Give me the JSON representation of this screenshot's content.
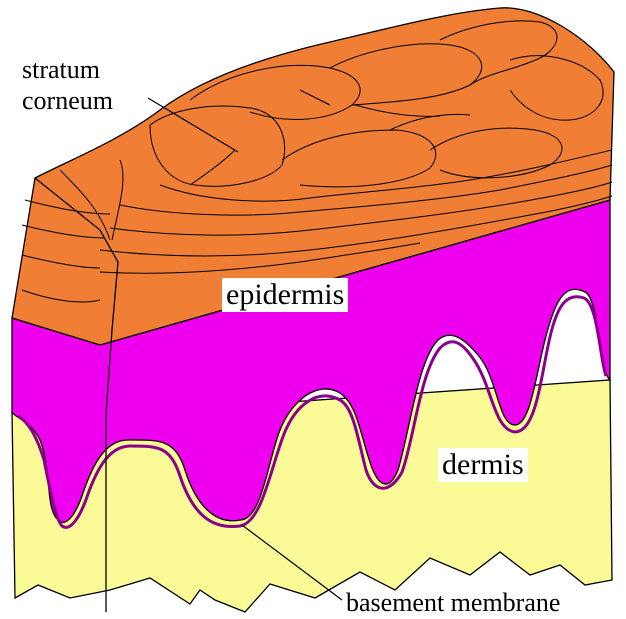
{
  "labels": {
    "stratum_corneum_line1": "stratum",
    "stratum_corneum_line2": "corneum",
    "epidermis": "epidermis",
    "dermis": "dermis",
    "basement_membrane": "basement membrane"
  },
  "colors": {
    "stratum_corneum": "#F07F35",
    "epidermis": "#EE00EE",
    "dermis": "#FAFA96",
    "outline": "#000000",
    "background": "#FFFFFF"
  }
}
